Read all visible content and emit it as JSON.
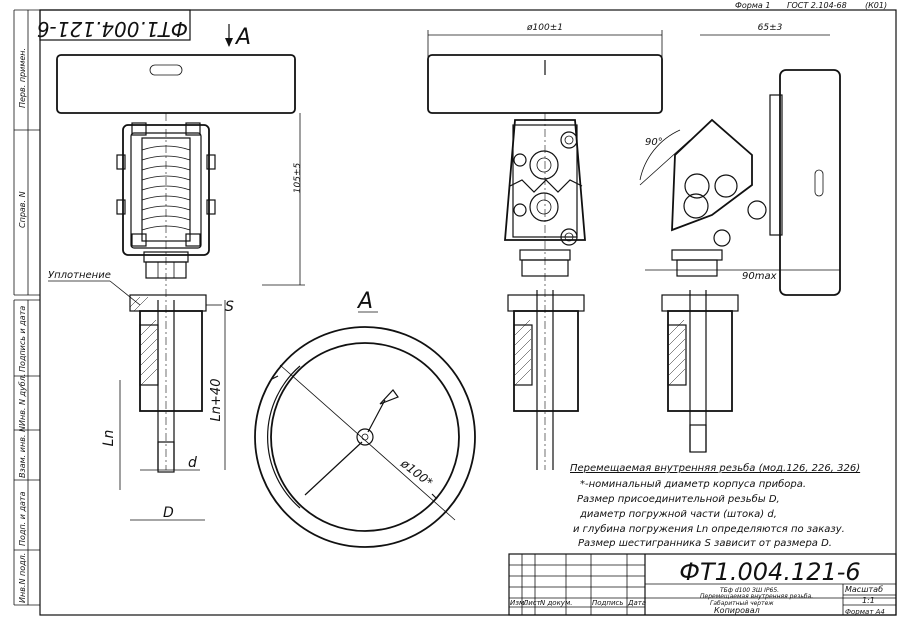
{
  "header": {
    "form": "Форма 1",
    "standard": "ГОСТ 2.104-68",
    "code": "(К01)"
  },
  "stamp": {
    "top_left_code": "ФТ1.004.121-6",
    "drawing_code": "ФТ1.004.121-6",
    "desc_line1": "ТБф d100 ЗШ IP65.",
    "desc_line2": "Перемещаемая внутренняя резьба.",
    "desc_line3": "Габаритный чертеж",
    "scale_label": "Масштаб",
    "scale_value": "1:1",
    "copied": "Копировал",
    "format": "Формат А4",
    "col_izm": "Изм.",
    "col_list": "Лист",
    "col_ndoc": "N докум.",
    "col_sign": "Подпись",
    "col_date": "Дата"
  },
  "left_margin": {
    "perv_primen": "Перв. примен.",
    "sprav_n": "Справ. N",
    "podp_data_1": "Подпись и дата",
    "inv_dubl": "Инв. N дубл.",
    "vzam_inv": "Взам. инв. N",
    "podp_data_2": "Подп. и дата",
    "inv_podl": "Инв.N подл."
  },
  "dimensions": {
    "view_a_arrow": "А",
    "view_a_title": "А",
    "height": "105±5",
    "diameter_top": "ø100±1",
    "offset_65": "65±3",
    "angle": "90°",
    "depth_90": "90max",
    "seal": "Уплотнение",
    "hex": "S",
    "ln40": "Ln+40",
    "ln": "Ln",
    "d_small": "d",
    "d_big": "D",
    "dial_diam": "ø100*"
  },
  "notes": {
    "title": "Перемещаемая внутренняя резьба (мод.126, 226, 326)",
    "line1": "*-номинальный диаметр корпуса прибора.",
    "line2": "Размер присоединительной резьбы D,",
    "line3": "диаметр погружной части (штока) d,",
    "line4": "и глубина погружения Ln определяются по заказу.",
    "line5": "Размер шестигранника S зависит от размера D."
  }
}
